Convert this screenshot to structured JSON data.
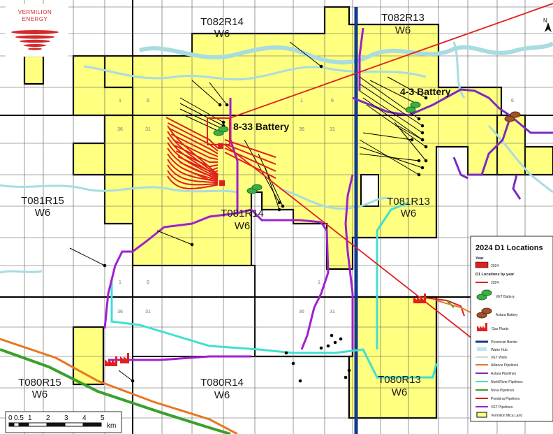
{
  "logo": {
    "line1": "VERMILION",
    "line2": "ENERGY",
    "color": "#d42a2a"
  },
  "townships": [
    {
      "id": "t082r14",
      "line1": "T082R14",
      "line2": "W6"
    },
    {
      "id": "t082r13",
      "line1": "T082R13",
      "line2": "W6"
    },
    {
      "id": "t081r15",
      "line1": "T081R15",
      "line2": "W6"
    },
    {
      "id": "t081r14",
      "line1": "T081R14",
      "line2": "W6"
    },
    {
      "id": "t081r13",
      "line1": "T081R13",
      "line2": "W6"
    },
    {
      "id": "t080r15",
      "line1": "T080R15",
      "line2": "W6"
    },
    {
      "id": "t080r14",
      "line1": "T080R14",
      "line2": "W6"
    },
    {
      "id": "t080r13",
      "line1": "T080R13",
      "line2": "W6"
    }
  ],
  "sections": [
    "1",
    "6",
    "1",
    "6",
    "36",
    "31",
    "36",
    "31",
    "6",
    "1",
    "6",
    "36",
    "31",
    "1",
    "36",
    "31"
  ],
  "batteries": {
    "b833": "8-33 Battery",
    "b43": "4-3 Battery"
  },
  "legend": {
    "title": "2024 D1 Locations",
    "year_head": "Year",
    "year_item": "2024",
    "d1_head": "D1 Locations by year",
    "d1_item": "2024",
    "items": [
      "VET Battery",
      "Astara Battery",
      "Gas Plants",
      "Provincial Border",
      "Water Hub",
      "VET Wells",
      "Alliance Pipelines",
      "Astara Pipelines",
      "NorthRiver Pipelines",
      "Nova Pipelines",
      "Pembina Pipelines",
      "VET Pipelines",
      "Vermilion Mica Land"
    ]
  },
  "scale": {
    "labels": [
      "0",
      "0.5",
      "1",
      "2",
      "3",
      "4",
      "5"
    ],
    "unit": "km"
  },
  "colors": {
    "land": "#ffff80",
    "river": "#a8dce0",
    "vet_pipeline": "#a020d0",
    "astara_pipeline": "#6a1b9a",
    "northriver_pipeline": "#40e0d0",
    "alliance_pipeline": "#e87722",
    "nova_pipeline": "#3aa02c",
    "pembina_pipeline": "#d32020",
    "provincial_border": "#123a8c",
    "vet_battery": "#3cb043",
    "astara_battery": "#a0522d",
    "well_2024": "#e02020"
  },
  "icons": {
    "north": "north-arrow-icon",
    "vet_battery": "green-tank-icon",
    "astara_battery": "brown-tank-icon",
    "gas_plant": "factory-icon"
  }
}
